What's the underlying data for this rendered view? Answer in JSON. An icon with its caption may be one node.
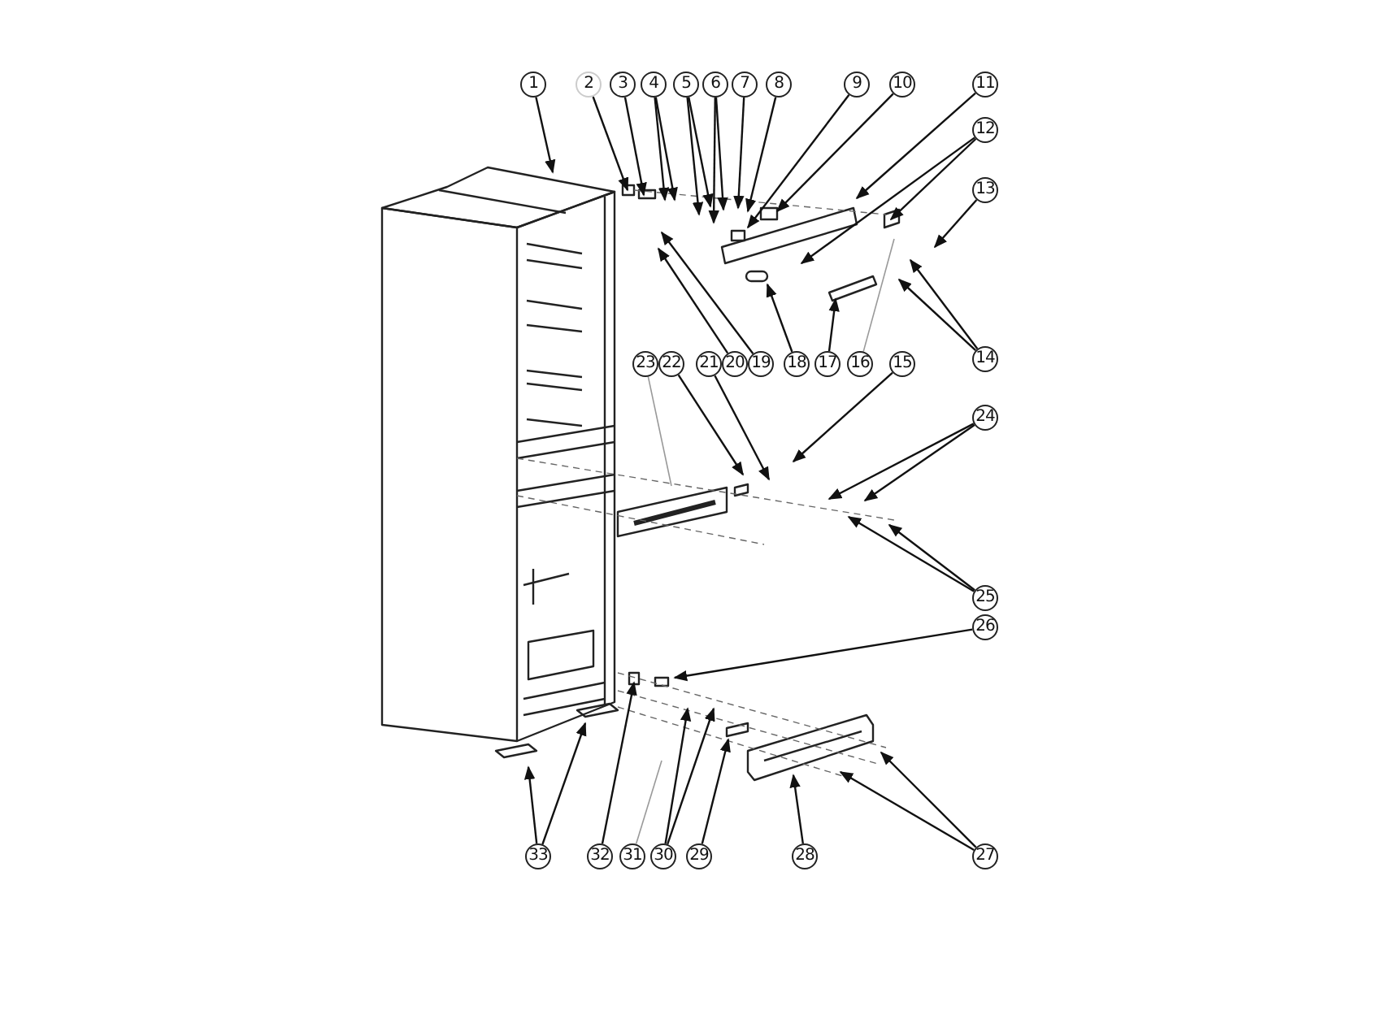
{
  "diagram": {
    "nodes": [
      {
        "text": [
          "1"
        ]
      },
      {
        "text": [
          "2"
        ]
      },
      {
        "text": [
          "3"
        ]
      },
      {
        "text": [
          "4"
        ]
      },
      {
        "text": [
          "5"
        ]
      },
      {
        "text": [
          "6"
        ]
      },
      {
        "text": [
          "7"
        ]
      },
      {
        "text": [
          "8"
        ]
      },
      {
        "text": [
          "9"
        ]
      },
      {
        "text": [
          "10"
        ]
      },
      {
        "text": [
          "11"
        ]
      },
      {
        "text": [
          "12"
        ]
      },
      {
        "text": [
          "13"
        ]
      },
      {
        "text": [
          "14"
        ]
      },
      {
        "text": [
          "15"
        ]
      },
      {
        "text": [
          "16"
        ]
      },
      {
        "text": [
          "17"
        ]
      },
      {
        "text": [
          "18"
        ]
      },
      {
        "text": [
          "19"
        ]
      },
      {
        "text": [
          "20"
        ]
      },
      {
        "text": [
          "21"
        ]
      },
      {
        "text": [
          "22"
        ]
      },
      {
        "text": [
          "23"
        ]
      },
      {
        "text": [
          "24"
        ]
      },
      {
        "text": [
          "25"
        ]
      },
      {
        "text": [
          "26"
        ]
      },
      {
        "text": [
          "27"
        ]
      },
      {
        "text": [
          "28"
        ]
      },
      {
        "text": [
          "29"
        ]
      },
      {
        "text": [
          "30"
        ]
      },
      {
        "text": [
          "31"
        ]
      },
      {
        "text": [
          "32"
        ]
      },
      {
        "text": [
          "33"
        ]
      }
    ],
    "edges": [
      {
        "from": 0,
        "to": null,
        "arrow": "to"
      },
      {
        "from": 1,
        "to": null,
        "arrow": "to"
      },
      {
        "from": 2,
        "to": null,
        "arrow": "to"
      },
      {
        "from": 3,
        "to": null,
        "arrow": "to"
      },
      {
        "from": 3,
        "to": null,
        "arrow": "to"
      },
      {
        "from": 4,
        "to": null,
        "arrow": "to"
      },
      {
        "from": 4,
        "to": null,
        "arrow": "to"
      },
      {
        "from": 5,
        "to": null,
        "arrow": "to"
      },
      {
        "from": 5,
        "to": null,
        "arrow": "to"
      },
      {
        "from": 6,
        "to": null,
        "arrow": "to"
      },
      {
        "from": 7,
        "to": null,
        "arrow": "to"
      },
      {
        "from": 8,
        "to": null,
        "arrow": "to"
      },
      {
        "from": 9,
        "to": null,
        "arrow": "to"
      },
      {
        "from": 10,
        "to": null,
        "arrow": "to"
      },
      {
        "from": 11,
        "to": null,
        "arrow": "to"
      },
      {
        "from": 11,
        "to": null,
        "arrow": "to"
      },
      {
        "from": 12,
        "to": null,
        "arrow": "to"
      },
      {
        "from": 13,
        "to": null,
        "arrow": "to"
      },
      {
        "from": 13,
        "to": null,
        "arrow": "to"
      },
      {
        "from": 14,
        "to": null,
        "arrow": "to"
      },
      {
        "from": 15,
        "to": null,
        "arrow": "none",
        "color": "#999999"
      },
      {
        "from": 16,
        "to": null,
        "arrow": "to"
      },
      {
        "from": 17,
        "to": null,
        "arrow": "to"
      },
      {
        "from": 18,
        "to": null,
        "arrow": "to"
      },
      {
        "from": 19,
        "to": null,
        "arrow": "to"
      },
      {
        "from": 20,
        "to": null,
        "arrow": "to"
      },
      {
        "from": 21,
        "to": null,
        "arrow": "to"
      },
      {
        "from": 22,
        "to": null,
        "arrow": "none",
        "color": "#999999"
      },
      {
        "from": 23,
        "to": null,
        "arrow": "to"
      },
      {
        "from": 23,
        "to": null,
        "arrow": "to"
      },
      {
        "from": 24,
        "to": null,
        "arrow": "to"
      },
      {
        "from": 24,
        "to": null,
        "arrow": "to"
      },
      {
        "from": 25,
        "to": null,
        "arrow": "to"
      },
      {
        "from": 26,
        "to": null,
        "arrow": "to"
      },
      {
        "from": 26,
        "to": null,
        "arrow": "to"
      },
      {
        "from": 27,
        "to": null,
        "arrow": "to"
      },
      {
        "from": 28,
        "to": null,
        "arrow": "to"
      },
      {
        "from": 29,
        "to": null,
        "arrow": "to"
      },
      {
        "from": 29,
        "to": null,
        "arrow": "to"
      },
      {
        "from": 30,
        "to": null,
        "arrow": "none",
        "color": "#999999"
      },
      {
        "from": 31,
        "to": null,
        "arrow": "to"
      },
      {
        "from": 32,
        "to": null,
        "arrow": "to"
      },
      {
        "from": 32,
        "to": null,
        "arrow": "to"
      }
    ]
  }
}
